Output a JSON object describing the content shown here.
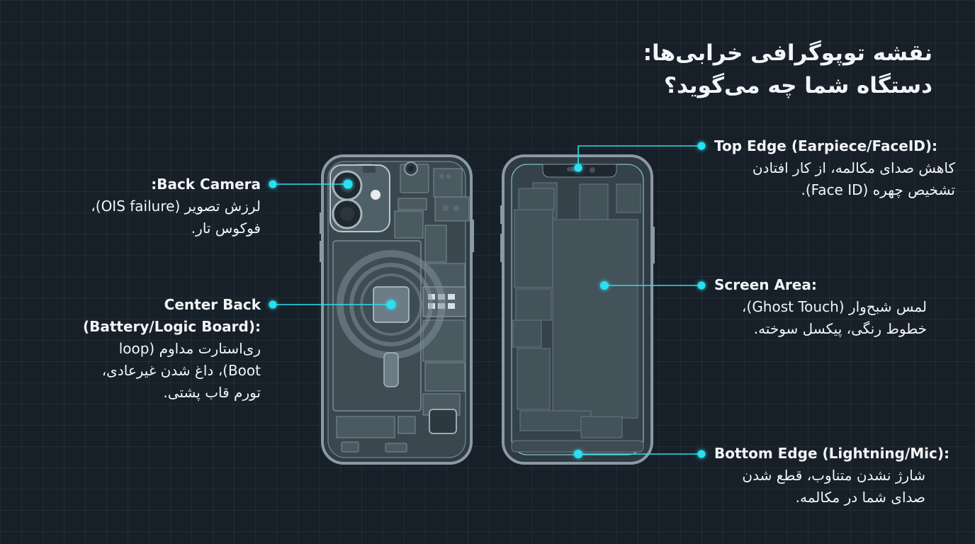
{
  "title": {
    "line1": "نقشه توپوگرافی خرابی‌ها:",
    "line2": "دستگاه شما چه می‌گوید؟"
  },
  "callouts": {
    "back_camera": {
      "head": ":Back Camera",
      "body1": "لرزش تصویر (OIS failure)،",
      "body2": "فوکوس تار."
    },
    "center_back": {
      "head1": "Center Back",
      "head2": "(Battery/Logic Board):",
      "body1": "ری‌استارت مداوم (loop",
      "body2": "Boot)، داغ شدن غیرعادی،",
      "body3": "تورم قاب پشتی."
    },
    "top_edge": {
      "head": "Top Edge (Earpiece/FaceID):",
      "body1": "کاهش صدای مکالمه، از کار افتادن",
      "body2": "تشخیص چهره (Face ID)."
    },
    "screen_area": {
      "head": "Screen Area:",
      "body1": "لمس شبح‌وار (Ghost Touch)،",
      "body2": "خطوط رنگی، پیکسل سوخته."
    },
    "bottom_edge": {
      "head": "Bottom Edge (Lightning/Mic):",
      "body1": "شارژ نشدن متناوب، قطع شدن",
      "body2": "صدای شما در مکالمه."
    }
  },
  "colors": {
    "background": "#172028",
    "accent": "#29e0f0",
    "text": "#f2f5f7"
  }
}
